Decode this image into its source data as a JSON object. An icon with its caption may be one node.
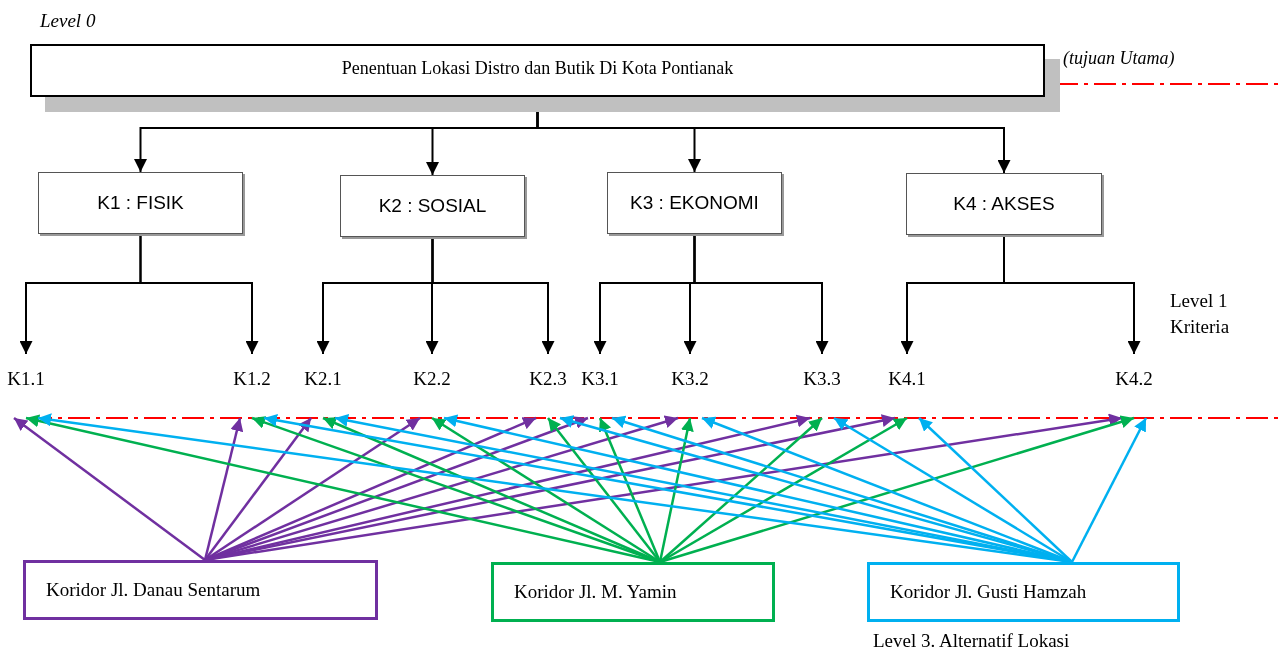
{
  "diagram": {
    "nodes": [
      {
        "text": [
          "Penentuan Lokasi Distro dan Butik Di Kota Pontianak"
        ],
        "beside": [
          "(tujuan Utama)"
        ]
      },
      {
        "text": [
          "K1 : FISIK"
        ]
      },
      {
        "text": [
          "K2 : SOSIAL"
        ]
      },
      {
        "text": [
          "K3 : EKONOMI"
        ]
      },
      {
        "text": [
          "K4 : AKSES"
        ]
      },
      {
        "text": [
          "K1.1"
        ]
      },
      {
        "text": [
          "K1.2"
        ]
      },
      {
        "text": [
          "K2.1"
        ]
      },
      {
        "text": [
          "K2.2"
        ]
      },
      {
        "text": [
          "K2.3"
        ]
      },
      {
        "text": [
          "K3.1"
        ]
      },
      {
        "text": [
          "K3.2"
        ]
      },
      {
        "text": [
          "K3.3"
        ]
      },
      {
        "text": [
          "K4.1"
        ]
      },
      {
        "text": [
          "K4.2"
        ]
      },
      {
        "text": [
          "Koridor Jl. Danau Sentarum"
        ]
      },
      {
        "text": [
          "Koridor Jl. M. Yamin"
        ]
      },
      {
        "text": [
          "Koridor Jl. Gusti Hamzah"
        ]
      }
    ],
    "edges": [
      {
        "from": 0,
        "to": 1,
        "arrow": "to"
      },
      {
        "from": 0,
        "to": 2,
        "arrow": "to"
      },
      {
        "from": 0,
        "to": 3,
        "arrow": "to"
      },
      {
        "from": 0,
        "to": 4,
        "arrow": "to"
      },
      {
        "from": 1,
        "to": 5,
        "arrow": "to"
      },
      {
        "from": 1,
        "to": 6,
        "arrow": "to"
      },
      {
        "from": 2,
        "to": 7,
        "arrow": "to"
      },
      {
        "from": 2,
        "to": 8,
        "arrow": "to"
      },
      {
        "from": 2,
        "to": 9,
        "arrow": "to"
      },
      {
        "from": 3,
        "to": 10,
        "arrow": "to"
      },
      {
        "from": 3,
        "to": 11,
        "arrow": "to"
      },
      {
        "from": 3,
        "to": 12,
        "arrow": "to"
      },
      {
        "from": 4,
        "to": 13,
        "arrow": "to"
      },
      {
        "from": 4,
        "to": 14,
        "arrow": "to"
      },
      {
        "from": 15,
        "to": 5,
        "arrow": "to",
        "color": "#7030a0"
      },
      {
        "from": 15,
        "to": 6,
        "arrow": "to",
        "color": "#7030a0"
      },
      {
        "from": 15,
        "to": 7,
        "arrow": "to",
        "color": "#7030a0"
      },
      {
        "from": 15,
        "to": 8,
        "arrow": "to",
        "color": "#7030a0"
      },
      {
        "from": 15,
        "to": 9,
        "arrow": "to",
        "color": "#7030a0"
      },
      {
        "from": 15,
        "to": 10,
        "arrow": "to",
        "color": "#7030a0"
      },
      {
        "from": 15,
        "to": 11,
        "arrow": "to",
        "color": "#7030a0"
      },
      {
        "from": 15,
        "to": 12,
        "arrow": "to",
        "color": "#7030a0"
      },
      {
        "from": 15,
        "to": 13,
        "arrow": "to",
        "color": "#7030a0"
      },
      {
        "from": 15,
        "to": 14,
        "arrow": "to",
        "color": "#7030a0"
      },
      {
        "from": 16,
        "to": 5,
        "arrow": "to",
        "color": "#00b050"
      },
      {
        "from": 16,
        "to": 6,
        "arrow": "to",
        "color": "#00b050"
      },
      {
        "from": 16,
        "to": 7,
        "arrow": "to",
        "color": "#00b050"
      },
      {
        "from": 16,
        "to": 8,
        "arrow": "to",
        "color": "#00b050"
      },
      {
        "from": 16,
        "to": 9,
        "arrow": "to",
        "color": "#00b050"
      },
      {
        "from": 16,
        "to": 10,
        "arrow": "to",
        "color": "#00b050"
      },
      {
        "from": 16,
        "to": 11,
        "arrow": "to",
        "color": "#00b050"
      },
      {
        "from": 16,
        "to": 12,
        "arrow": "to",
        "color": "#00b050"
      },
      {
        "from": 16,
        "to": 13,
        "arrow": "to",
        "color": "#00b050"
      },
      {
        "from": 16,
        "to": 14,
        "arrow": "to",
        "color": "#00b050"
      },
      {
        "from": 17,
        "to": 5,
        "arrow": "to",
        "color": "#00b0f0"
      },
      {
        "from": 17,
        "to": 6,
        "arrow": "to",
        "color": "#00b0f0"
      },
      {
        "from": 17,
        "to": 7,
        "arrow": "to",
        "color": "#00b0f0"
      },
      {
        "from": 17,
        "to": 8,
        "arrow": "to",
        "color": "#00b0f0"
      },
      {
        "from": 17,
        "to": 9,
        "arrow": "to",
        "color": "#00b0f0"
      },
      {
        "from": 17,
        "to": 10,
        "arrow": "to",
        "color": "#00b0f0"
      },
      {
        "from": 17,
        "to": 11,
        "arrow": "to",
        "color": "#00b0f0"
      },
      {
        "from": 17,
        "to": 12,
        "arrow": "to",
        "color": "#00b0f0"
      },
      {
        "from": 17,
        "to": 13,
        "arrow": "to",
        "color": "#00b0f0"
      },
      {
        "from": 17,
        "to": 14,
        "arrow": "to",
        "color": "#00b0f0"
      }
    ],
    "labels": [
      "Level 0",
      "Level 1 Kriteria",
      "Level 3. Alternatif Lokasi"
    ]
  }
}
